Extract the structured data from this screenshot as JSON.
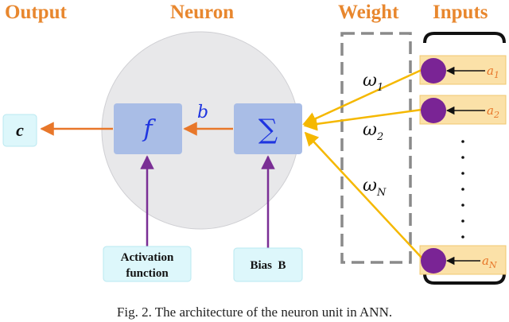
{
  "headers": {
    "output": "Output",
    "neuron": "Neuron",
    "weight": "Weight",
    "inputs": "Inputs"
  },
  "output_symbol": "c",
  "activation": {
    "symbol": "f",
    "label_line1": "Activation",
    "label_line2": "function"
  },
  "sum": {
    "symbol": "∑"
  },
  "bias": {
    "symbol": "b",
    "label": "Bias  B"
  },
  "weights": [
    {
      "base": "ω",
      "sub": "1"
    },
    {
      "base": "ω",
      "sub": "2"
    },
    {
      "base": "ω",
      "sub": "N"
    }
  ],
  "inputs": [
    {
      "base": "a",
      "sub": "1"
    },
    {
      "base": "a",
      "sub": "2"
    },
    {
      "base": "a",
      "sub": "N"
    }
  ],
  "caption": "Fig. 2. The architecture of the neuron unit in ANN.",
  "colors": {
    "header": "#e8872e",
    "arrow_orange": "#e8772a",
    "arrow_yellow": "#f5b800",
    "arrow_purple": "#7a2f95",
    "node_purple": "#7a2495",
    "box_blue": "#a9bde6",
    "box_cyan": "#ddf7fb",
    "input_fill": "#fbe1a8",
    "neuron_circle": "#e8e8ea",
    "weight_dash": "#8a8a8a",
    "math_blue": "#1f35e0",
    "label_orange": "#e8772a"
  }
}
